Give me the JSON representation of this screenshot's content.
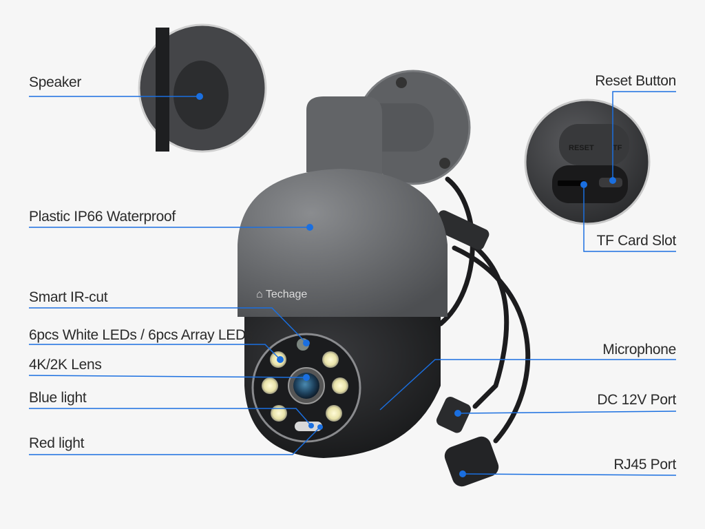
{
  "brand_logo": "Techage",
  "colors": {
    "callout": "#1a6fe0",
    "body": "#6b6d70",
    "dark": "#262729",
    "background": "#f6f6f6"
  },
  "labels_left": [
    {
      "id": "speaker",
      "text": "Speaker"
    },
    {
      "id": "waterproof",
      "text": "Plastic IP66 Waterproof"
    },
    {
      "id": "ir-cut",
      "text": "Smart IR-cut"
    },
    {
      "id": "leds",
      "text": "6pcs White LEDs / 6pcs Array LEDs"
    },
    {
      "id": "lens",
      "text": "4K/2K Lens"
    },
    {
      "id": "blue-light",
      "text": "Blue light"
    },
    {
      "id": "red-light",
      "text": "Red light"
    }
  ],
  "labels_right": [
    {
      "id": "reset",
      "text": "Reset Button"
    },
    {
      "id": "tf-slot",
      "text": "TF Card Slot"
    },
    {
      "id": "microphone",
      "text": "Microphone"
    },
    {
      "id": "dc-port",
      "text": "DC 12V Port"
    },
    {
      "id": "rj45",
      "text": "RJ45 Port"
    }
  ],
  "inset_text": {
    "cover_reset": "RESET",
    "cover_tf": "TF"
  }
}
